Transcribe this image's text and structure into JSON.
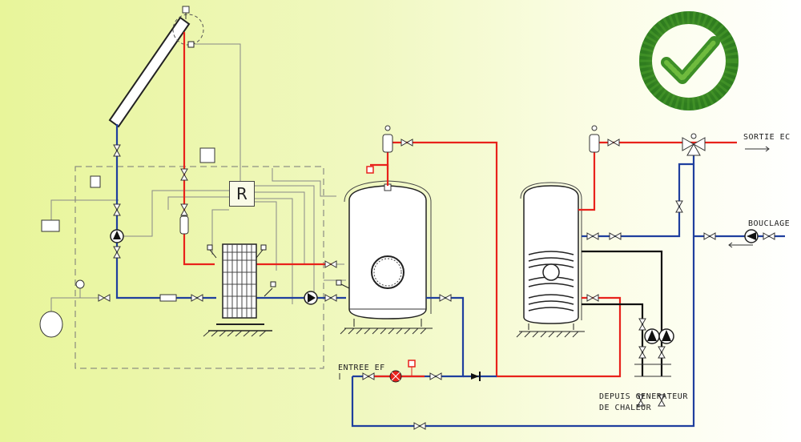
{
  "diagram": {
    "regulator_label": "R",
    "labels": {
      "sortie_ec": "SORTIE EC",
      "bouclage": "BOUCLAGE",
      "entree_ef": "ENTREE EF",
      "generator_line1": "DEPUIS GENERATEUR",
      "generator_line2": "DE CHALEUR"
    },
    "colors": {
      "hot": "#e8221b",
      "cold": "#1f3f9e",
      "return": "#111111",
      "background_start": "#e8f59a",
      "background_end": "#ffffff"
    },
    "badge_icon": "checkmark-wreath-icon"
  }
}
